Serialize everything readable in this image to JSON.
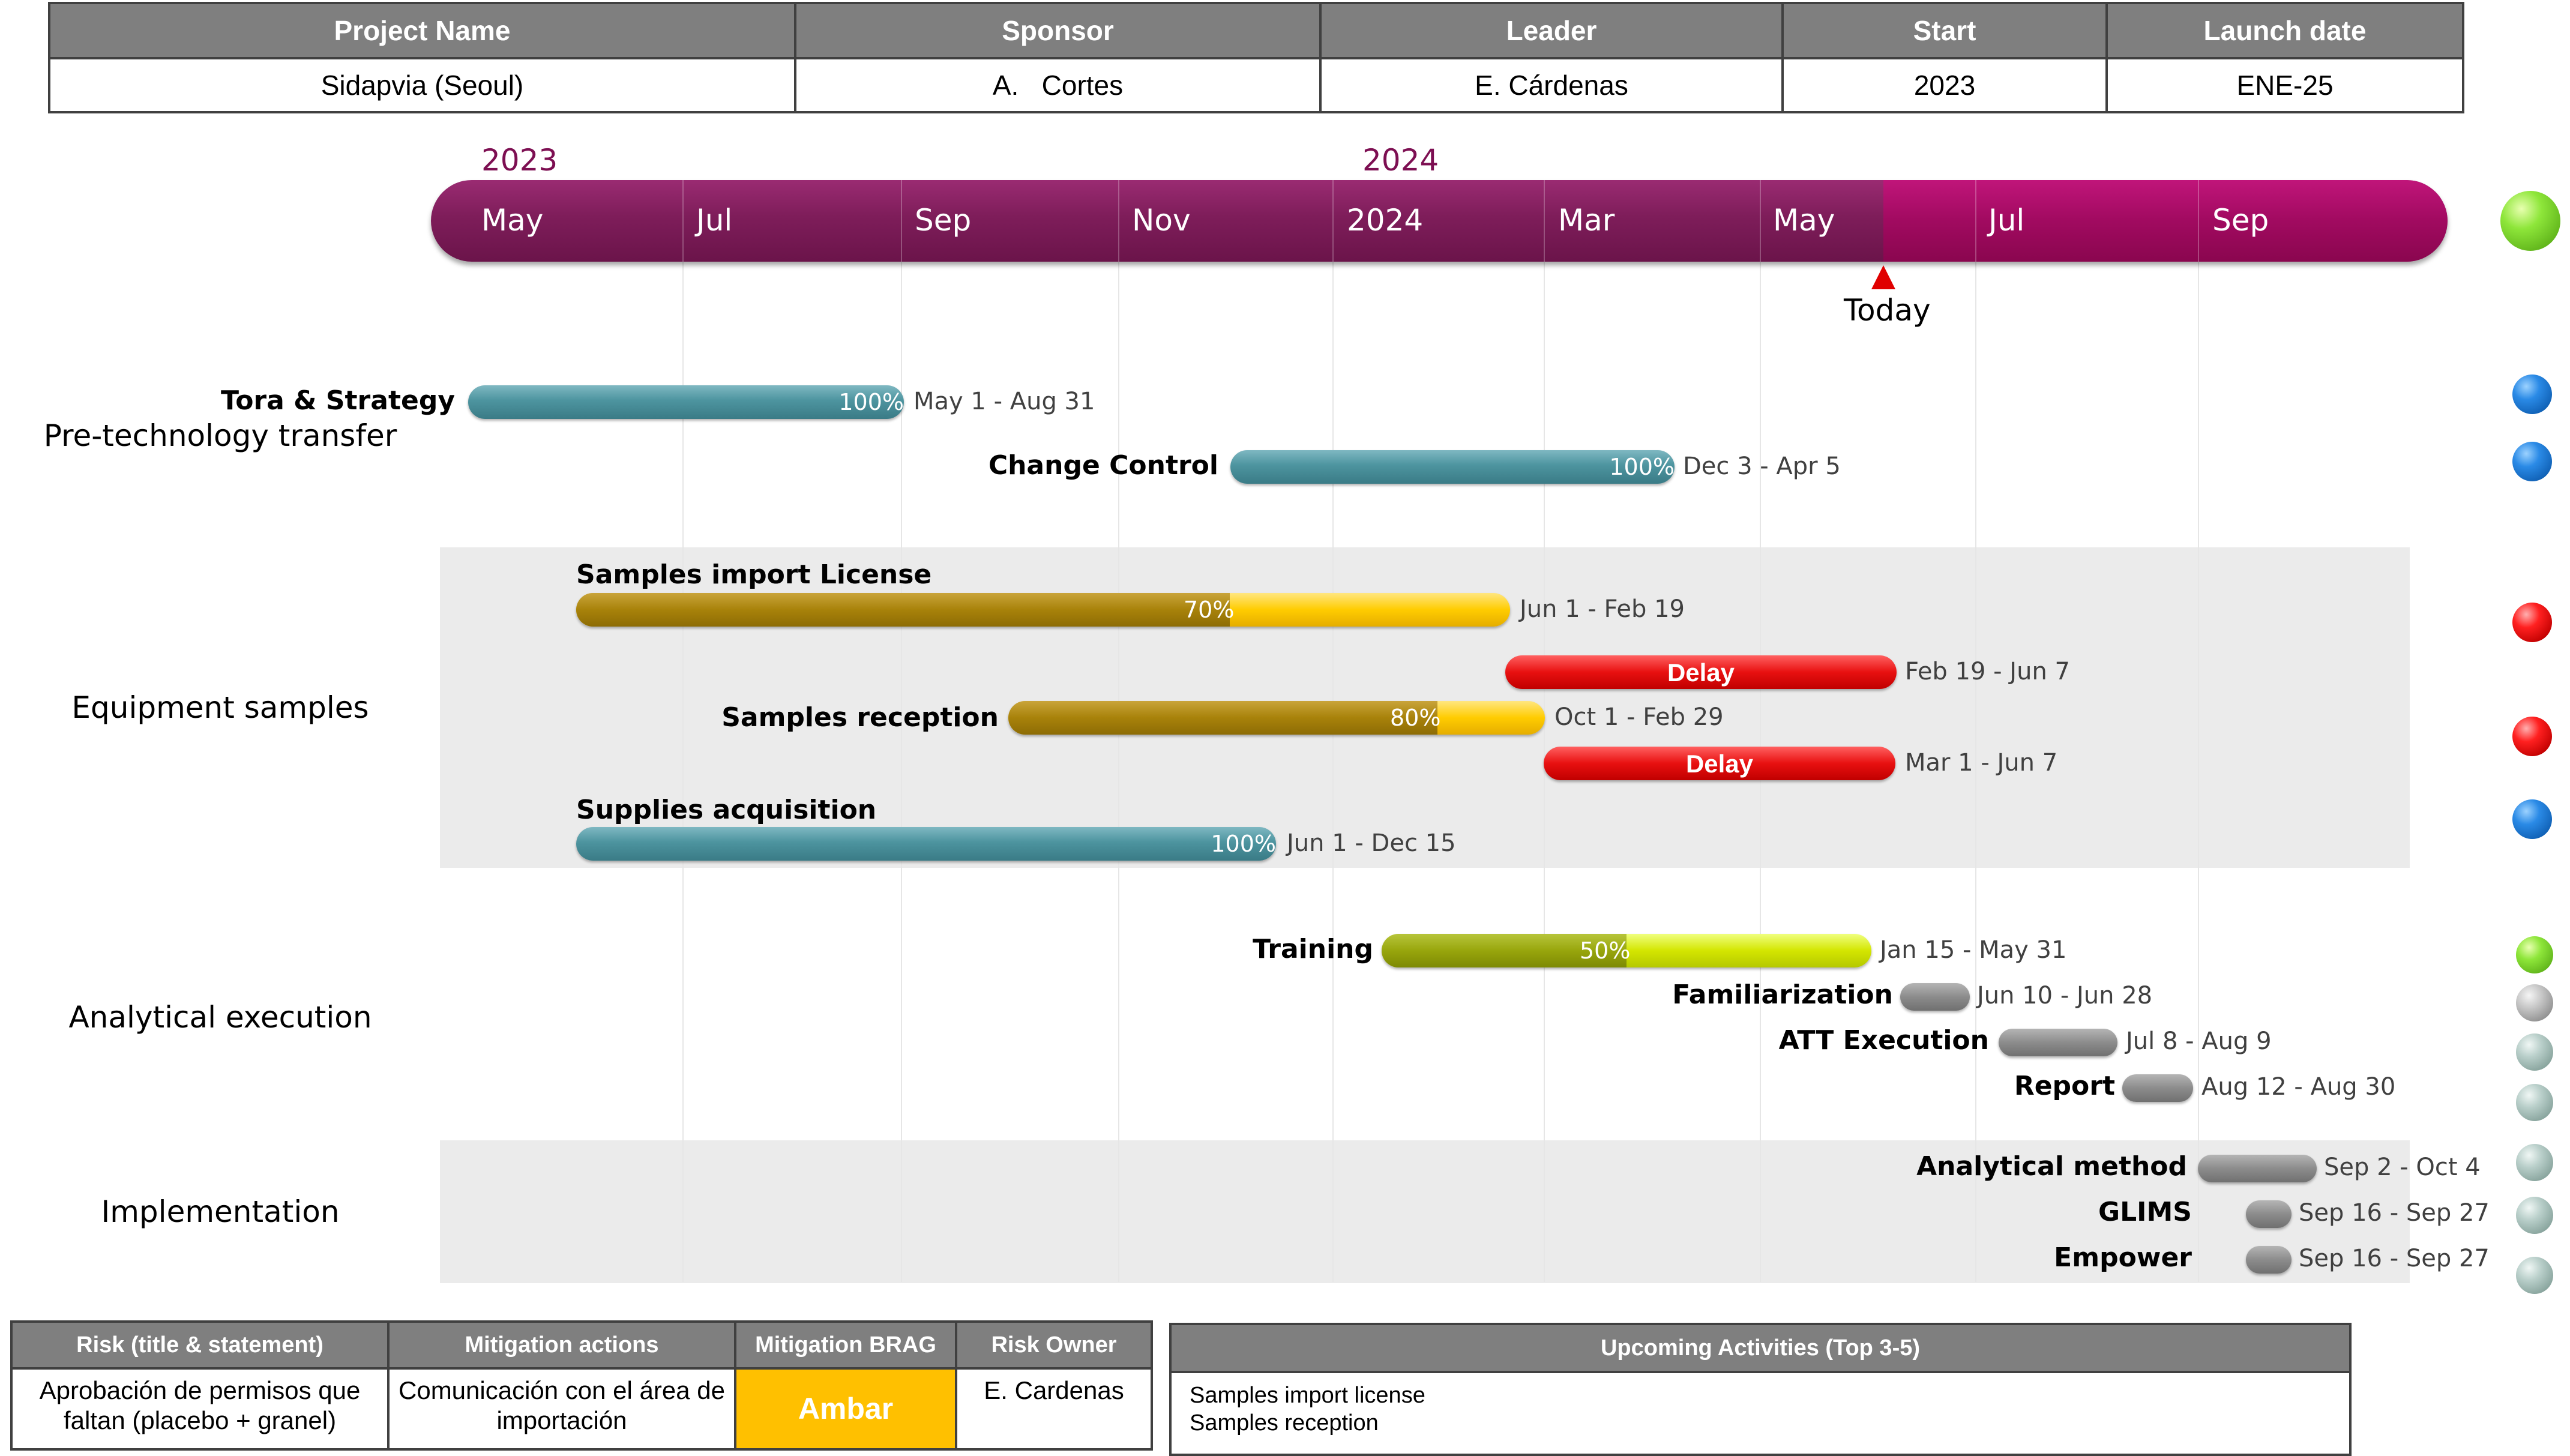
{
  "project": {
    "headers": [
      "Project Name",
      "Sponsor",
      "Leader",
      "Start",
      "Launch date"
    ],
    "values": [
      "Sidapvia (Seoul)",
      "A.   Cortes",
      "E. Cárdenas",
      "2023",
      "ENE-25"
    ]
  },
  "timeline": {
    "years": [
      "2023",
      "2024"
    ],
    "months": [
      "May",
      "Jul",
      "Sep",
      "Nov",
      "2024",
      "Mar",
      "May",
      "Jul",
      "Sep"
    ],
    "today_label": "Today",
    "colors": {
      "past": "#7e1d5a",
      "future": "#a10a60",
      "today_marker": "#e00000"
    }
  },
  "groups": [
    "Pre-technology transfer",
    "Equipment samples",
    "Analytical execution",
    "Implementation"
  ],
  "tasks": [
    {
      "label": "Tora & Strategy",
      "percent": "100%",
      "progress": 1.0,
      "dates": "May 1 - Aug 31",
      "style": "teal",
      "status": "blue"
    },
    {
      "label": "Change Control",
      "percent": "100%",
      "progress": 1.0,
      "dates": "Dec 3 - Apr 5",
      "style": "teal",
      "status": "blue"
    },
    {
      "label": "Samples import License",
      "percent": "70%",
      "progress": 0.7,
      "dates": "Jun 1 - Feb 19",
      "style": "gold",
      "status": "red"
    },
    {
      "label": "Delay",
      "dates": "Feb 19 - Jun 7",
      "style": "red"
    },
    {
      "label": "Samples reception",
      "percent": "80%",
      "progress": 0.8,
      "dates": "Oct 1 - Feb 29",
      "style": "gold",
      "status": "red"
    },
    {
      "label": "Delay",
      "dates": "Mar 1 - Jun 7",
      "style": "red"
    },
    {
      "label": "Supplies acquisition",
      "percent": "100%",
      "progress": 1.0,
      "dates": "Jun 1 - Dec 15",
      "style": "teal",
      "status": "blue"
    },
    {
      "label": "Training",
      "percent": "50%",
      "progress": 0.5,
      "dates": "Jan 15 - May 31",
      "style": "lime",
      "status": "green"
    },
    {
      "label": "Familiarization",
      "dates": "Jun 10 - Jun 28",
      "style": "grey",
      "status": "grey"
    },
    {
      "label": "ATT Execution",
      "dates": "Jul 8 - Aug 9",
      "style": "grey",
      "status": "sage"
    },
    {
      "label": "Report",
      "dates": "Aug 12 - Aug 30",
      "style": "grey",
      "status": "sage"
    },
    {
      "label": "Analytical method",
      "dates": "Sep 2 - Oct 4",
      "style": "grey",
      "status": "sage"
    },
    {
      "label": "GLIMS",
      "dates": "Sep 16 - Sep 27",
      "style": "grey",
      "status": "sage"
    },
    {
      "label": "Empower",
      "dates": "Sep 16 - Sep 27",
      "style": "grey",
      "status": "sage"
    }
  ],
  "status_colors": {
    "overall": "#8ee63a",
    "blue": "#1a73d0",
    "red": "#e81010",
    "green": "#8ee63a",
    "grey": "#a0a0a0",
    "sage": "#9fb8b2"
  },
  "risk": {
    "headers": [
      "Risk (title & statement)",
      "Mitigation actions",
      "Mitigation BRAG",
      "Risk Owner"
    ],
    "row": [
      "Aprobación de permisos que faltan (placebo + granel)",
      "Comunicación con el área de importación",
      "Ambar",
      "E. Cardenas"
    ],
    "brag_color": "#ffc000"
  },
  "upcoming": {
    "header": "Upcoming Activities (Top 3-5)",
    "items": [
      "Samples import license",
      "Samples reception"
    ]
  }
}
